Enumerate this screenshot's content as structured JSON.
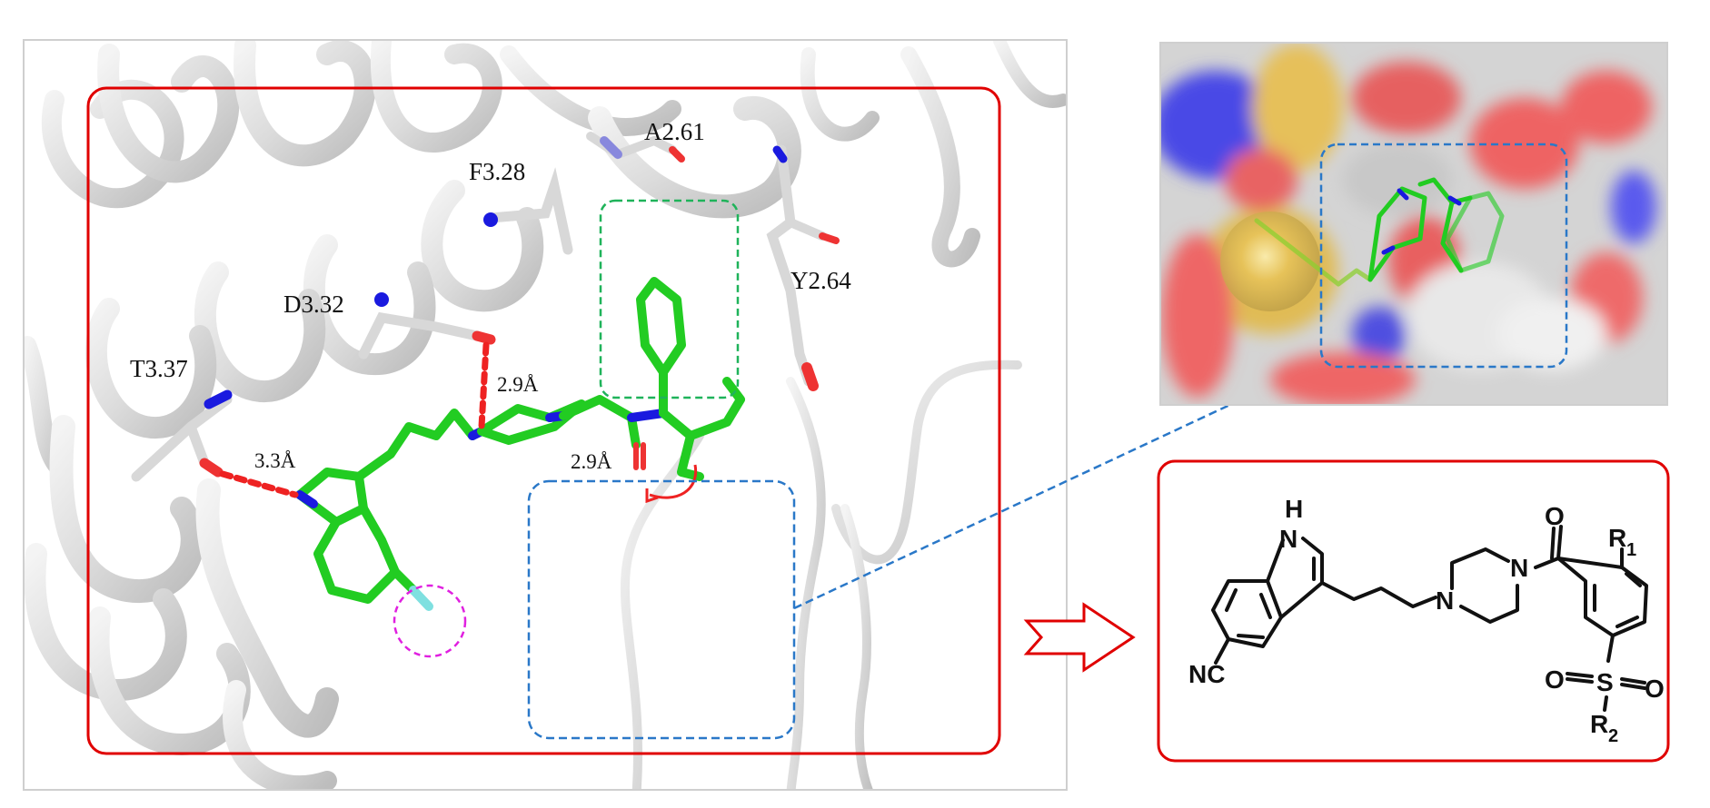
{
  "figure": {
    "description": "Docking pose of lead ligand in receptor binding site with surface view and derived scaffold",
    "colors": {
      "highlight_box": "#e00000",
      "pocket_box": "#2a78c8",
      "aromatic_box": "#1fb35a",
      "fluorine_circle": "#e020e0",
      "ligand_carbon": "#22cc22",
      "nitrogen": "#1a1adf",
      "oxygen": "#ee3333",
      "fluorine": "#7fe0e0",
      "ribbon": "#d9d9d9",
      "hbond": "#ee2222"
    }
  },
  "left_panel": {
    "residues": [
      {
        "id": "T3.37",
        "label": "T3.37"
      },
      {
        "id": "D3.32",
        "label": "D3.32"
      },
      {
        "id": "F3.28",
        "label": "F3.28"
      },
      {
        "id": "A2.61",
        "label": "A2.61"
      },
      {
        "id": "Y2.64",
        "label": "Y2.64"
      }
    ],
    "hbonds": [
      {
        "label": "3.3Å",
        "from": "T3.37",
        "to": "indole NH"
      },
      {
        "label": "2.9Å",
        "from": "D3.32",
        "to": "piperazine N"
      },
      {
        "label": "2.9Å",
        "from": "carbonyl O",
        "to": "backbone"
      }
    ],
    "annotations": {
      "aromatic_region": "green dashed box (phenyl)",
      "pocket_region": "blue dashed box (unoccupied pocket)",
      "fluorine_site": "magenta dashed circle"
    }
  },
  "surface_panel": {
    "description": "Molecular surface of binding pocket with ligand sticks; blue dashed box marks pocket"
  },
  "arrow": {
    "direction": "right"
  },
  "scaffold": {
    "labels": {
      "nh_h": "H",
      "nh_n": "N",
      "nitrile": "NC",
      "pip_n1": "N",
      "pip_n2": "N",
      "carbonyl_o": "O",
      "r1": "R",
      "r1_sub": "1",
      "sulfonyl_s": "S",
      "sulfonyl_o1": "O",
      "sulfonyl_o2": "O",
      "r2": "R",
      "r2_sub": "2"
    }
  }
}
